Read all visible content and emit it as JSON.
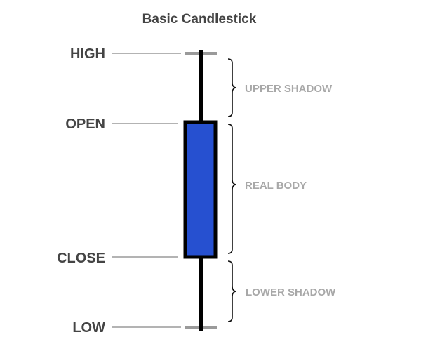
{
  "title": "Basic Candlestick",
  "colors": {
    "body_fill": "#2650d0",
    "outline": "#000000",
    "guide_line": "#9a9a9a",
    "level_text": "#444444",
    "part_text": "#a8a8a8"
  },
  "levels": {
    "high": "HIGH",
    "open": "OPEN",
    "close": "CLOSE",
    "low": "LOW"
  },
  "parts": {
    "upper_shadow": "UPPER SHADOW",
    "real_body": "REAL BODY",
    "lower_shadow": "LOWER SHADOW"
  }
}
